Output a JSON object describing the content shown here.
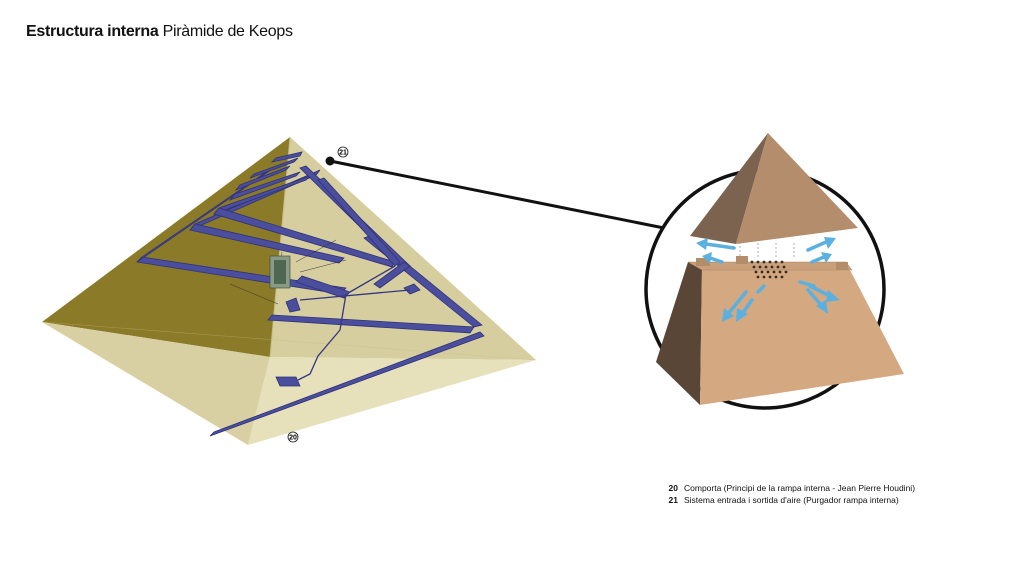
{
  "title": {
    "bold": "Estructura interna",
    "light": "Piràmide de Keops"
  },
  "callouts": {
    "c20": "20",
    "c21": "21"
  },
  "legend": [
    {
      "num": "20",
      "text": "Comporta (Principi de la rampa interna - Jean Pierre Houdini)"
    },
    {
      "num": "21",
      "text": "Sistema entrada i sortida d'aire (Purgador rampa interna)"
    }
  ],
  "colors": {
    "pyramid_light": "#e3dcb0",
    "pyramid_mid": "#cfc792",
    "pyramid_dark": "#8f7a2a",
    "ramp": "#4b4e9c",
    "ramp_edge": "#2f3278",
    "stone_top": "#8c7055",
    "stone_front": "#c9a57d",
    "stone_shadow": "#5b4738",
    "arrow": "#5bb0df"
  }
}
